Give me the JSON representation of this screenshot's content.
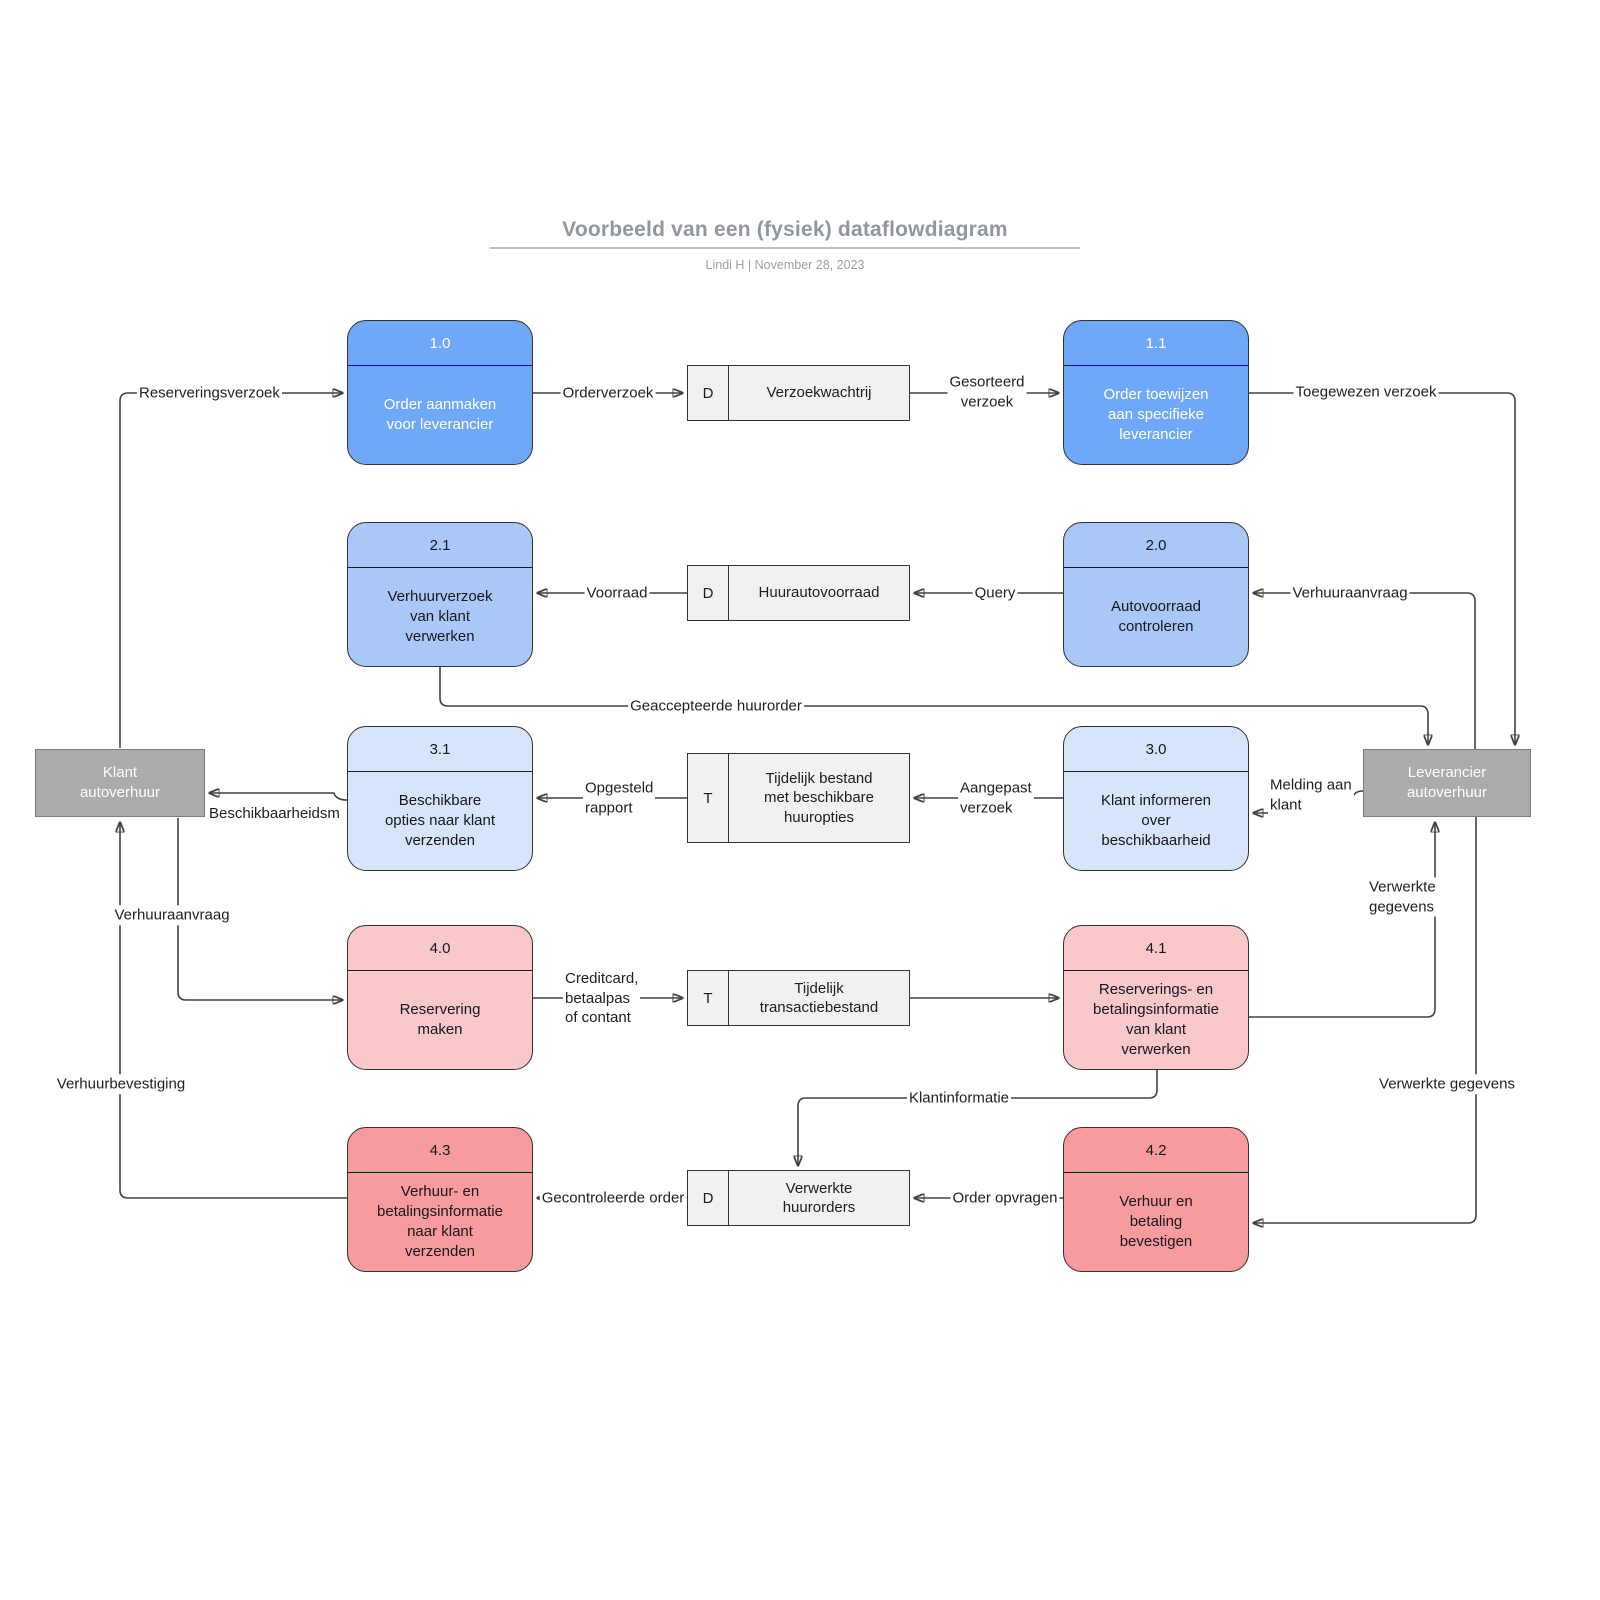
{
  "page": {
    "title": "Voorbeeld van een (fysiek) dataflowdiagram",
    "byline": "Lindi H  |  November 28, 2023"
  },
  "diagram": {
    "processes": [
      {
        "id": "1.0",
        "label": "Order aanmaken\nvoor leverancier"
      },
      {
        "id": "1.1",
        "label": "Order toewijzen\naan specifieke\nleverancier"
      },
      {
        "id": "2.1",
        "label": "Verhuurverzoek\nvan klant\nverwerken"
      },
      {
        "id": "2.0",
        "label": "Autovoorraad\ncontroleren"
      },
      {
        "id": "3.1",
        "label": "Beschikbare\nopties naar klant\nverzenden"
      },
      {
        "id": "3.0",
        "label": "Klant informeren\nover\nbeschikbaarheid"
      },
      {
        "id": "4.0",
        "label": "Reservering\nmaken"
      },
      {
        "id": "4.1",
        "label": "Reserverings- en\nbetalingsinformatie\nvan klant\nverwerken"
      },
      {
        "id": "4.3",
        "label": "Verhuur- en\nbetalingsinformatie\nnaar klant\nverzenden"
      },
      {
        "id": "4.2",
        "label": "Verhuur en\nbetaling\nbevestigen"
      }
    ],
    "stores": [
      {
        "key": "D",
        "label": "Verzoekwachtrij"
      },
      {
        "key": "D",
        "label": "Huurautovoorraad"
      },
      {
        "key": "T",
        "label": "Tijdelijk bestand\nmet beschikbare\nhuuropties"
      },
      {
        "key": "T",
        "label": "Tijdelijk\ntransactiebestand"
      },
      {
        "key": "D",
        "label": "Verwerkte\nhuurorders"
      }
    ],
    "entities": [
      {
        "label": "Klant\nautoverhuur"
      },
      {
        "label": "Leverancier\nautoverhuur"
      }
    ],
    "flows": [
      {
        "name": "reserveringsverzoek",
        "label": "Reserveringsverzoek"
      },
      {
        "name": "orderverzoek",
        "label": "Orderverzoek"
      },
      {
        "name": "gesorteerd-verzoek",
        "label": "Gesorteerd\nverzoek"
      },
      {
        "name": "toegewezen-verzoek",
        "label": "Toegewezen verzoek"
      },
      {
        "name": "verhuuraanvraag-rechts",
        "label": "Verhuuraanvraag"
      },
      {
        "name": "query",
        "label": "Query"
      },
      {
        "name": "voorraad",
        "label": "Voorraad"
      },
      {
        "name": "geaccepteerde-huurorder",
        "label": "Geaccepteerde huurorder"
      },
      {
        "name": "melding-aan-klant",
        "label": "Melding aan\nklant"
      },
      {
        "name": "aangepast-verzoek",
        "label": "Aangepast\nverzoek"
      },
      {
        "name": "opgesteld-rapport",
        "label": "Opgesteld\nrapport"
      },
      {
        "name": "beschikbaarheidsmelding",
        "label": "Beschikbaarheidsm"
      },
      {
        "name": "verhuuraanvraag-links",
        "label": "Verhuuraanvraag"
      },
      {
        "name": "verhuurbevestiging",
        "label": "Verhuurbevestiging"
      },
      {
        "name": "creditcard-betaalpas",
        "label": "Creditcard,\nbetaalpas\nof contant"
      },
      {
        "name": "verwerkte-gegevens-omhoog",
        "label": "Verwerkte\ngegevens"
      },
      {
        "name": "verwerkte-gegevens-omlaag",
        "label": "Verwerkte gegevens"
      },
      {
        "name": "klantinformatie",
        "label": "Klantinformatie"
      },
      {
        "name": "order-opvragen",
        "label": "Order opvragen"
      },
      {
        "name": "gecontroleerde-order",
        "label": "Gecontroleerde order"
      }
    ],
    "colors": {
      "process_row1": "#6fa8f8",
      "process_row2": "#a9c8f8",
      "process_row3": "#d7e5fb",
      "process_row4": "#f8c8ca",
      "process_row5": "#f89b9e",
      "entity_fill": "#ababab",
      "store_fill": "#f1f1ef",
      "line": "#424242",
      "title_gray": "#8f98a1"
    }
  }
}
